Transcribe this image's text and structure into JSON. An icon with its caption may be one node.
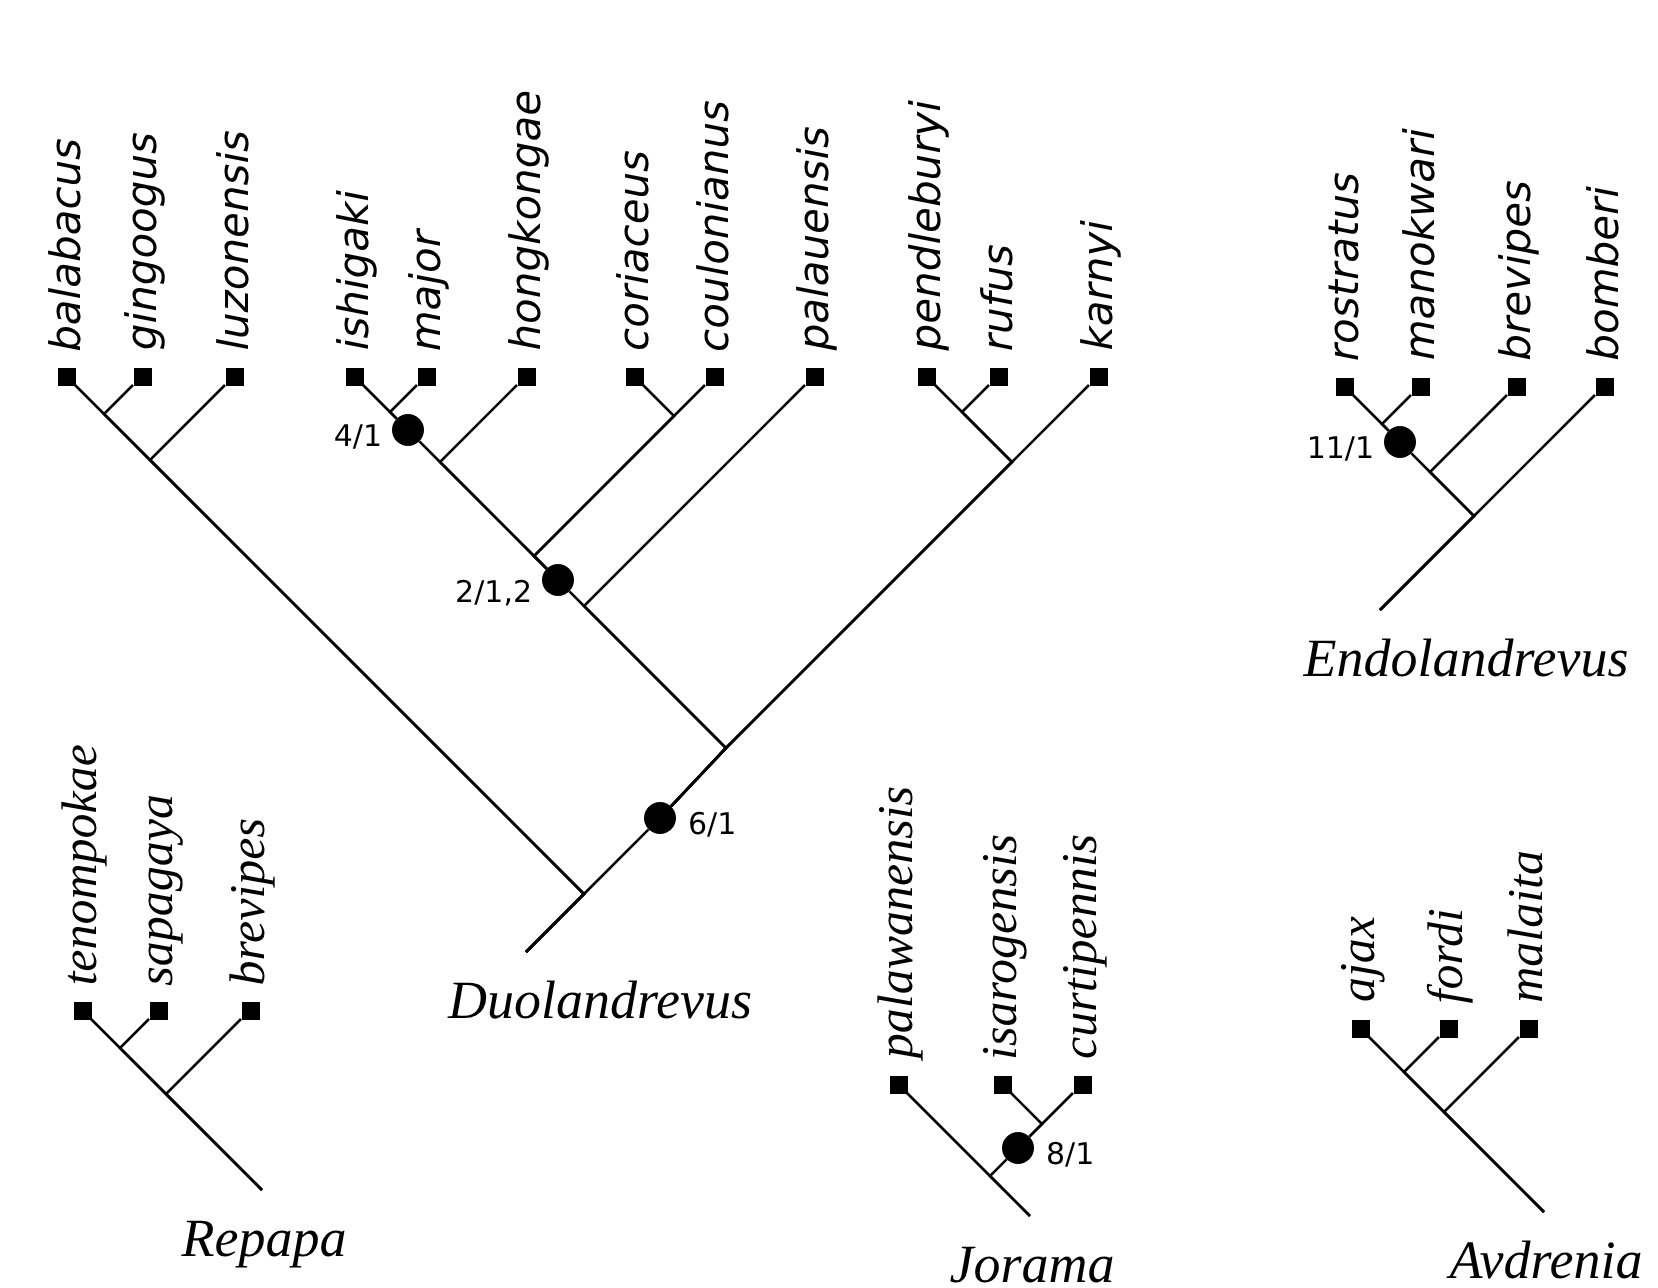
{
  "diagram": {
    "nodes": [
      {
        "text": [
          "balabacus"
        ]
      },
      {
        "text": [
          "gingoogus"
        ]
      },
      {
        "text": [
          "luzonensis"
        ]
      },
      {
        "text": [
          "ishigaki"
        ]
      },
      {
        "text": [
          "major"
        ]
      },
      {
        "text": [
          "hongkongae"
        ]
      },
      {
        "text": [
          "coriaceus"
        ]
      },
      {
        "text": [
          "coulonianus"
        ]
      },
      {
        "text": [
          "palauensis"
        ]
      },
      {
        "text": [
          "pendleburyi"
        ]
      },
      {
        "text": [
          "rufus"
        ]
      },
      {
        "text": [
          "karnyi"
        ]
      },
      {
        "text": [
          "rostratus"
        ]
      },
      {
        "text": [
          "manokwari"
        ]
      },
      {
        "text": [
          "brevipes"
        ]
      },
      {
        "text": [
          "bomberi"
        ]
      },
      {
        "text": [],
        "shape": "circle",
        "beside": [
          "4/1"
        ]
      },
      {
        "text": [],
        "shape": "circle",
        "beside": [
          "11/1"
        ]
      },
      {
        "text": [],
        "shape": "circle",
        "beside": [
          "2/1,2"
        ]
      },
      {
        "text": [],
        "shape": "circle",
        "beside": [
          "6/1"
        ]
      },
      {
        "text": [
          "Endolandrevus"
        ]
      },
      {
        "text": [
          "tenompokae"
        ]
      },
      {
        "text": [
          "sapagaya"
        ]
      },
      {
        "text": [
          "brevipes"
        ]
      },
      {
        "text": [
          "palawanensis"
        ]
      },
      {
        "text": [
          "isarogensis"
        ]
      },
      {
        "text": [
          "curtipennis"
        ]
      },
      {
        "text": [
          "ajax"
        ]
      },
      {
        "text": [
          "fordi"
        ]
      },
      {
        "text": [
          "malaita"
        ]
      },
      {
        "text": [
          "Duolandrevus"
        ]
      },
      {
        "text": [],
        "shape": "circle",
        "beside": [
          "8/1"
        ]
      },
      {
        "text": [
          "Repapa"
        ]
      },
      {
        "text": [
          "Jorama"
        ]
      },
      {
        "text": [
          "Avdrenia"
        ]
      }
    ],
    "edges": [
      {
        "from": 30,
        "to": 0,
        "arrow": "none"
      },
      {
        "from": 30,
        "to": 1,
        "arrow": "none"
      },
      {
        "from": 30,
        "to": 2,
        "arrow": "none"
      },
      {
        "from": 30,
        "to": 19,
        "arrow": "none"
      },
      {
        "from": 19,
        "to": 18,
        "arrow": "none"
      },
      {
        "from": 19,
        "to": 8,
        "arrow": "none"
      },
      {
        "from": 19,
        "to": 9,
        "arrow": "none"
      },
      {
        "from": 19,
        "to": 10,
        "arrow": "none"
      },
      {
        "from": 19,
        "to": 11,
        "arrow": "none"
      },
      {
        "from": 18,
        "to": 16,
        "arrow": "none"
      },
      {
        "from": 18,
        "to": 5,
        "arrow": "none"
      },
      {
        "from": 18,
        "to": 6,
        "arrow": "none"
      },
      {
        "from": 18,
        "to": 7,
        "arrow": "none"
      },
      {
        "from": 16,
        "to": 3,
        "arrow": "none"
      },
      {
        "from": 16,
        "to": 4,
        "arrow": "none"
      },
      {
        "from": 20,
        "to": 17,
        "arrow": "none"
      },
      {
        "from": 17,
        "to": 12,
        "arrow": "none"
      },
      {
        "from": 17,
        "to": 13,
        "arrow": "none"
      },
      {
        "from": 20,
        "to": 14,
        "arrow": "none"
      },
      {
        "from": 20,
        "to": 15,
        "arrow": "none"
      },
      {
        "from": 32,
        "to": 21,
        "arrow": "none"
      },
      {
        "from": 32,
        "to": 22,
        "arrow": "none"
      },
      {
        "from": 32,
        "to": 23,
        "arrow": "none"
      },
      {
        "from": 33,
        "to": 24,
        "arrow": "none"
      },
      {
        "from": 33,
        "to": 31,
        "arrow": "none"
      },
      {
        "from": 31,
        "to": 25,
        "arrow": "none"
      },
      {
        "from": 31,
        "to": 26,
        "arrow": "none"
      },
      {
        "from": 34,
        "to": 27,
        "arrow": "none"
      },
      {
        "from": 34,
        "to": 28,
        "arrow": "none"
      },
      {
        "from": 34,
        "to": 29,
        "arrow": "none"
      }
    ]
  }
}
